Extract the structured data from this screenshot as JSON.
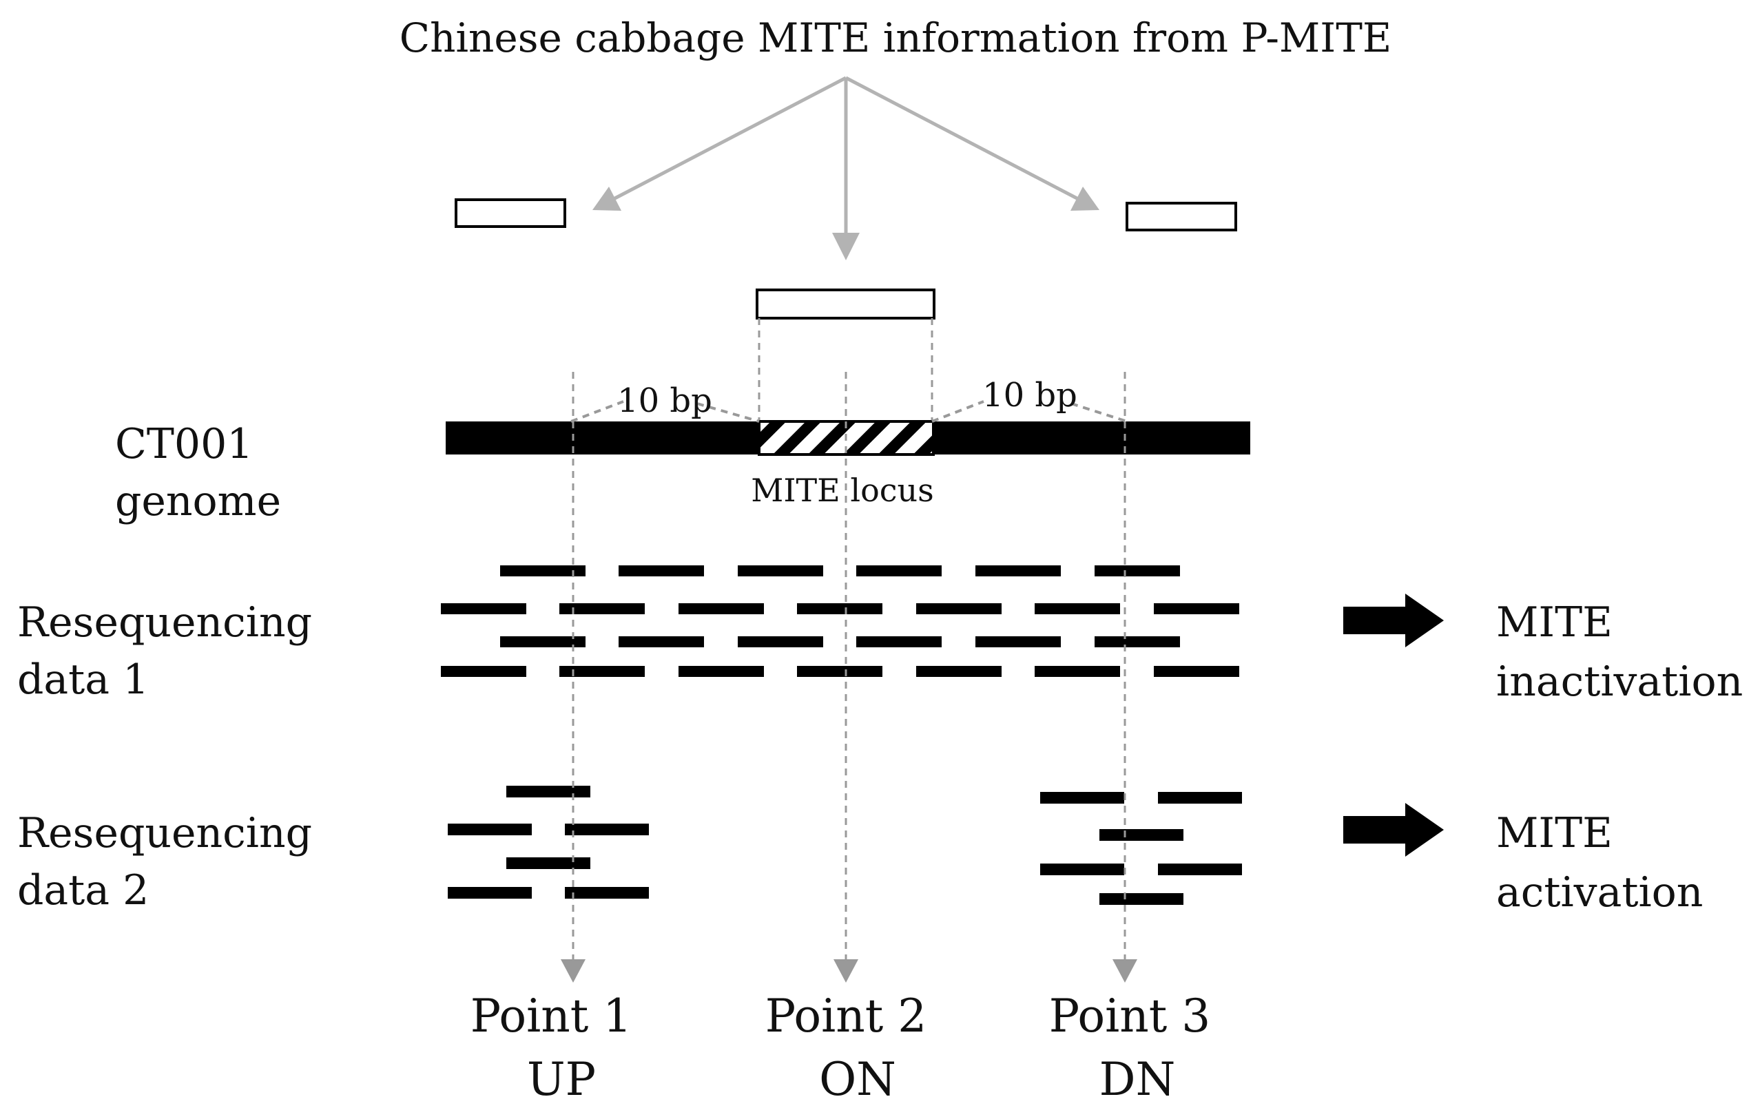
{
  "title": "Chinese cabbage MITE information from P-MITE",
  "genome": {
    "label_line1": "CT001",
    "label_line2": "genome",
    "mite_locus_label": "MITE locus",
    "flank_left_label": "10 bp",
    "flank_right_label": "10 bp"
  },
  "resequencing": [
    {
      "label_line1": "Resequencing",
      "label_line2": "data 1",
      "outcome_line1": "MITE",
      "outcome_line2": "inactivation"
    },
    {
      "label_line1": "Resequencing",
      "label_line2": "data 2",
      "outcome_line1": "MITE",
      "outcome_line2": "activation"
    }
  ],
  "points": [
    {
      "name": "Point 1",
      "code": "UP"
    },
    {
      "name": "Point 2",
      "code": "ON"
    },
    {
      "name": "Point 3",
      "code": "DN"
    }
  ],
  "colors": {
    "arrow_gray": "#b3b3b3",
    "dash_gray": "#999999",
    "black": "#000000"
  }
}
